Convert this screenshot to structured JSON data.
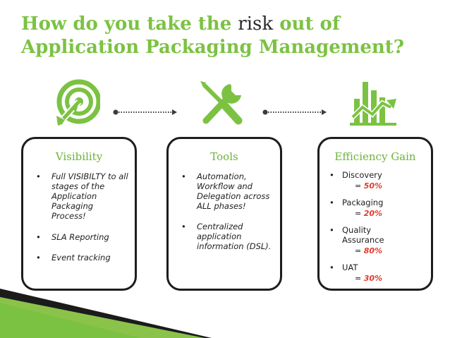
{
  "title": {
    "part1": "How do you take the ",
    "highlight": "risk",
    "part2": " out of",
    "line2": "Application Packaging Management?"
  },
  "colors": {
    "accent_green": "#7cc242",
    "dark": "#1d1d1d",
    "red": "#e23b2e"
  },
  "icons": [
    "target-icon",
    "tools-icon",
    "growth-chart-icon"
  ],
  "cards": {
    "visibility": {
      "title": "Visibility",
      "items": [
        "Full VISIBILTY to all stages of the Application Packaging Process!",
        "SLA Reporting",
        "Event tracking"
      ]
    },
    "tools": {
      "title": "Tools",
      "items": [
        "Automation, Workflow and Delegation across ALL phases!",
        "Centralized application information (DSL)."
      ]
    },
    "efficiency": {
      "title": "Efficiency Gain",
      "items": [
        {
          "label": "Discovery",
          "eq": "= ",
          "pct": "50%"
        },
        {
          "label": "Packaging",
          "eq": "= ",
          "pct": "20%"
        },
        {
          "label": "Quality Assurance",
          "eq": "= ",
          "pct": "80%"
        },
        {
          "label": "UAT",
          "eq": "= ",
          "pct": "30%"
        }
      ]
    }
  }
}
